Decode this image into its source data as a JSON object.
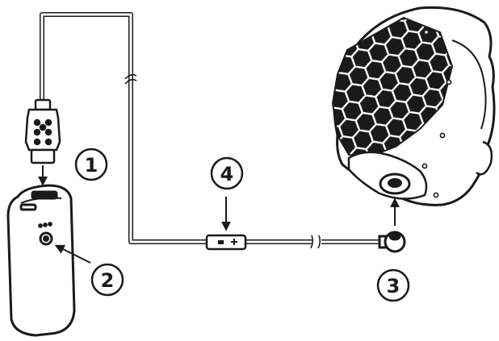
{
  "callouts": [
    {
      "id": "1",
      "label": "1"
    },
    {
      "id": "2",
      "label": "2"
    },
    {
      "id": "3",
      "label": "3"
    },
    {
      "id": "4",
      "label": "4"
    }
  ],
  "icons": [
    "usb-plug-icon",
    "power-bank-icon",
    "inline-switch-icon",
    "round-connector-icon",
    "helmet-icon"
  ],
  "colors": {
    "stroke": "#1a1a1a",
    "fill": "#ffffff"
  }
}
